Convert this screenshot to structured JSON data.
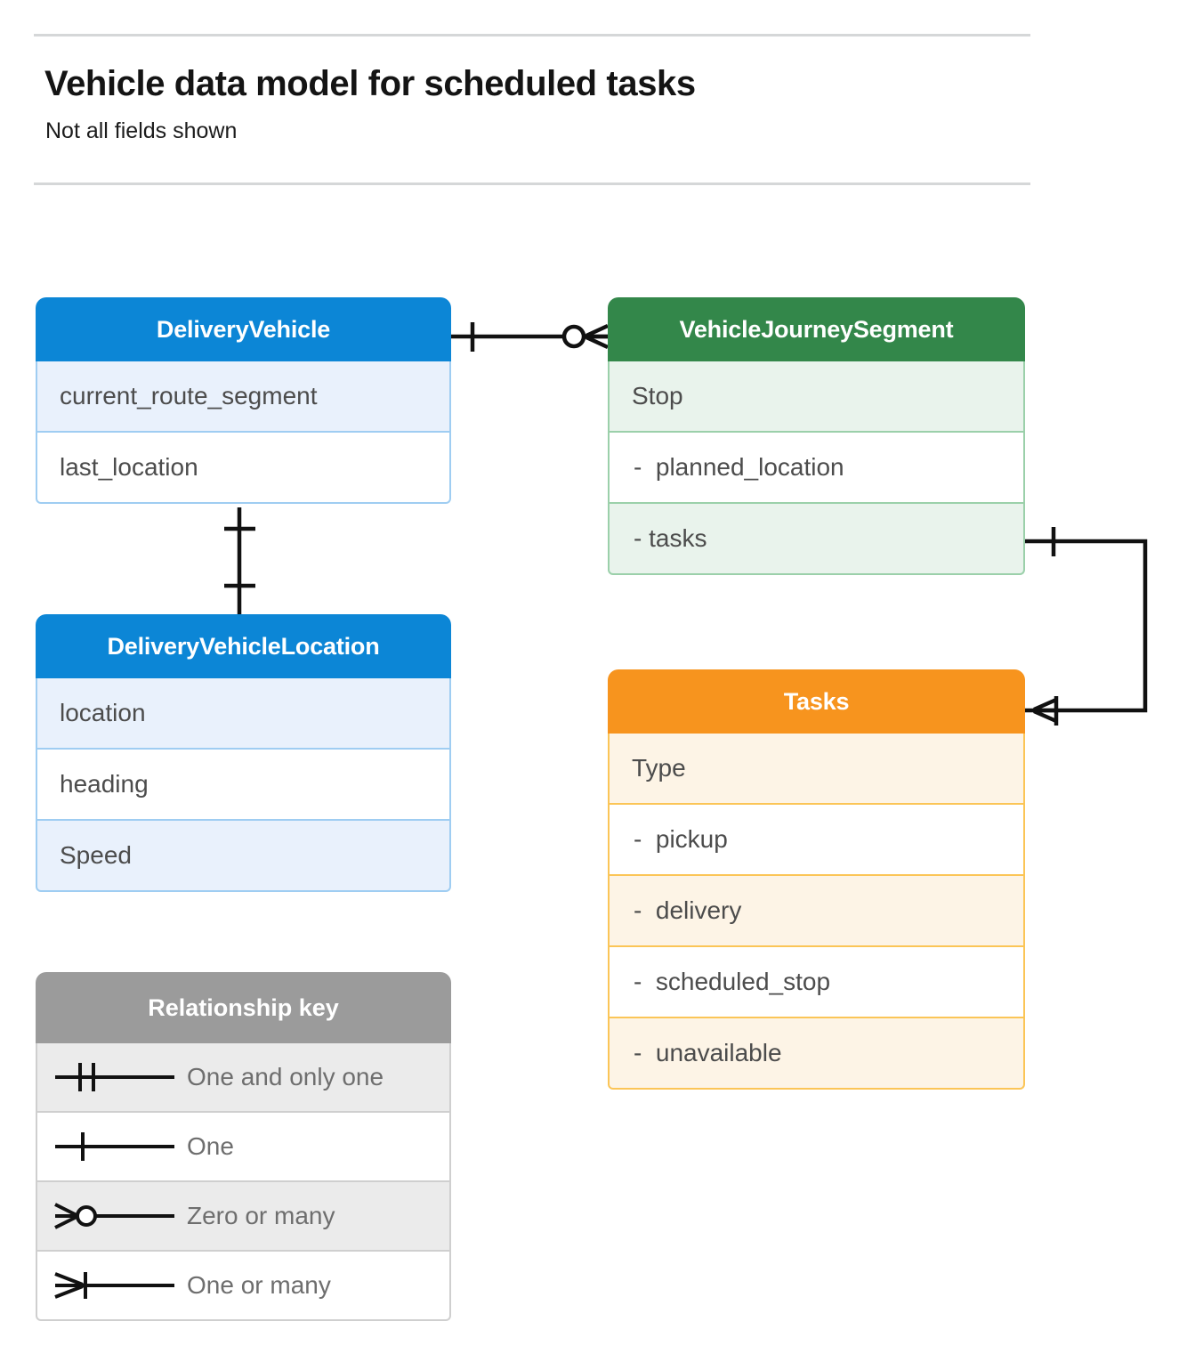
{
  "header": {
    "title": "Vehicle data model for scheduled tasks",
    "subtitle": "Not all fields shown"
  },
  "colors": {
    "blue": "#0c86d6",
    "blue_tint": "#e9f1fc",
    "blue_border": "#9fcdf2",
    "green": "#33874a",
    "green_tint": "#e9f3ec",
    "green_border": "#9bd0aa",
    "orange": "#f7941e",
    "orange_tint": "#fdf4e6",
    "orange_border": "#fbc557",
    "gray": "#9b9b9b",
    "gray_tint": "#ebebeb",
    "line": "#000000",
    "rule": "#d5d7d8"
  },
  "entities": {
    "delivery_vehicle": {
      "name": "DeliveryVehicle",
      "fields": [
        "current_route_segment",
        "last_location"
      ]
    },
    "vehicle_journey_segment": {
      "name": "VehicleJourneySegment",
      "fields": [
        "Stop",
        "-  planned_location",
        "- tasks"
      ]
    },
    "delivery_vehicle_location": {
      "name": "DeliveryVehicleLocation",
      "fields": [
        "location",
        "heading",
        "Speed"
      ]
    },
    "tasks": {
      "name": "Tasks",
      "fields": [
        "Type",
        "-  pickup",
        "-  delivery",
        "-  scheduled_stop",
        "-  unavailable"
      ]
    }
  },
  "legend": {
    "title": "Relationship key",
    "rows": [
      {
        "symbol": "one-and-only-one",
        "label": "One and only one"
      },
      {
        "symbol": "one",
        "label": "One"
      },
      {
        "symbol": "zero-or-many",
        "label": "Zero or many"
      },
      {
        "symbol": "one-or-many",
        "label": "One or many"
      }
    ]
  },
  "relationships": [
    {
      "from": "DeliveryVehicle",
      "to": "VehicleJourneySegment",
      "from_cardinality": "one",
      "to_cardinality": "zero-or-many"
    },
    {
      "from": "DeliveryVehicle",
      "to": "DeliveryVehicleLocation",
      "from_cardinality": "one",
      "to_cardinality": "one"
    },
    {
      "from": "VehicleJourneySegment",
      "to": "Tasks",
      "from_cardinality": "one",
      "to_cardinality": "one-or-many"
    }
  ]
}
